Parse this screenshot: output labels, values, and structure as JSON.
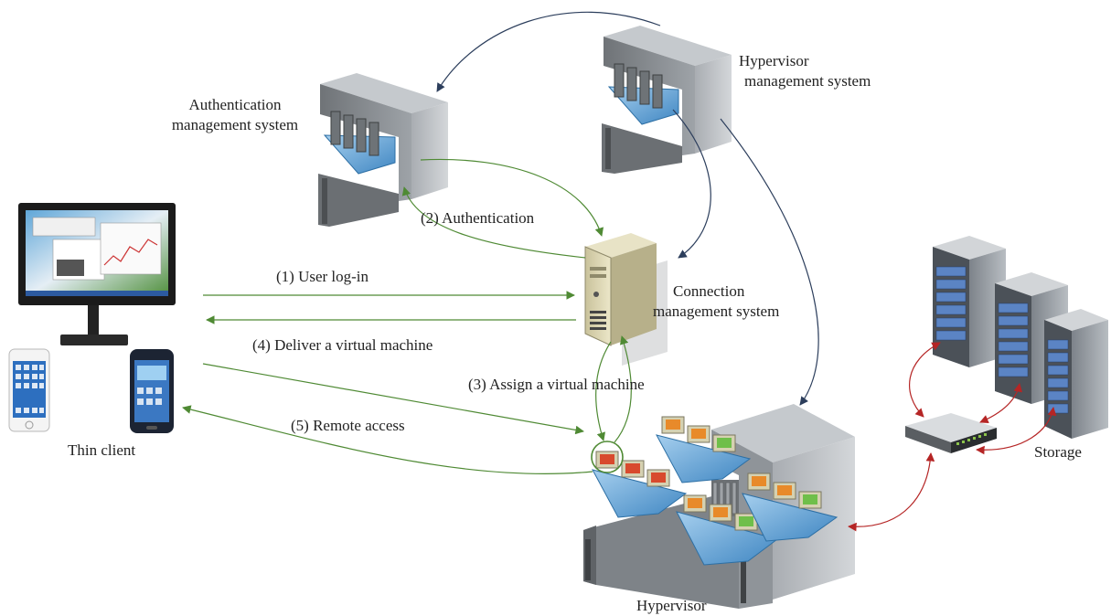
{
  "labels": {
    "auth_system_line1": "Authentication",
    "auth_system_line2": "management system",
    "hypervisor_mgmt_line1": "Hypervisor",
    "hypervisor_mgmt_line2": "management system",
    "connection_line1": "Connection",
    "connection_line2": "management system",
    "thin_client": "Thin client",
    "hypervisor": "Hypervisor",
    "storage": "Storage"
  },
  "steps": {
    "step1": "(1) User log-in",
    "step2": "(2) Authentication",
    "step3": "(3) Assign a virtual machine",
    "step4": "(4) Deliver a virtual machine",
    "step5": "(5) Remote access"
  },
  "colors": {
    "client_flow": "#4f8a34",
    "management_flow": "#2c3e5c",
    "storage_link": "#b52525",
    "server_gray": "#8f9499",
    "blade_blue": "#5d9fd0",
    "rack_blue": "#3a5c9a"
  }
}
